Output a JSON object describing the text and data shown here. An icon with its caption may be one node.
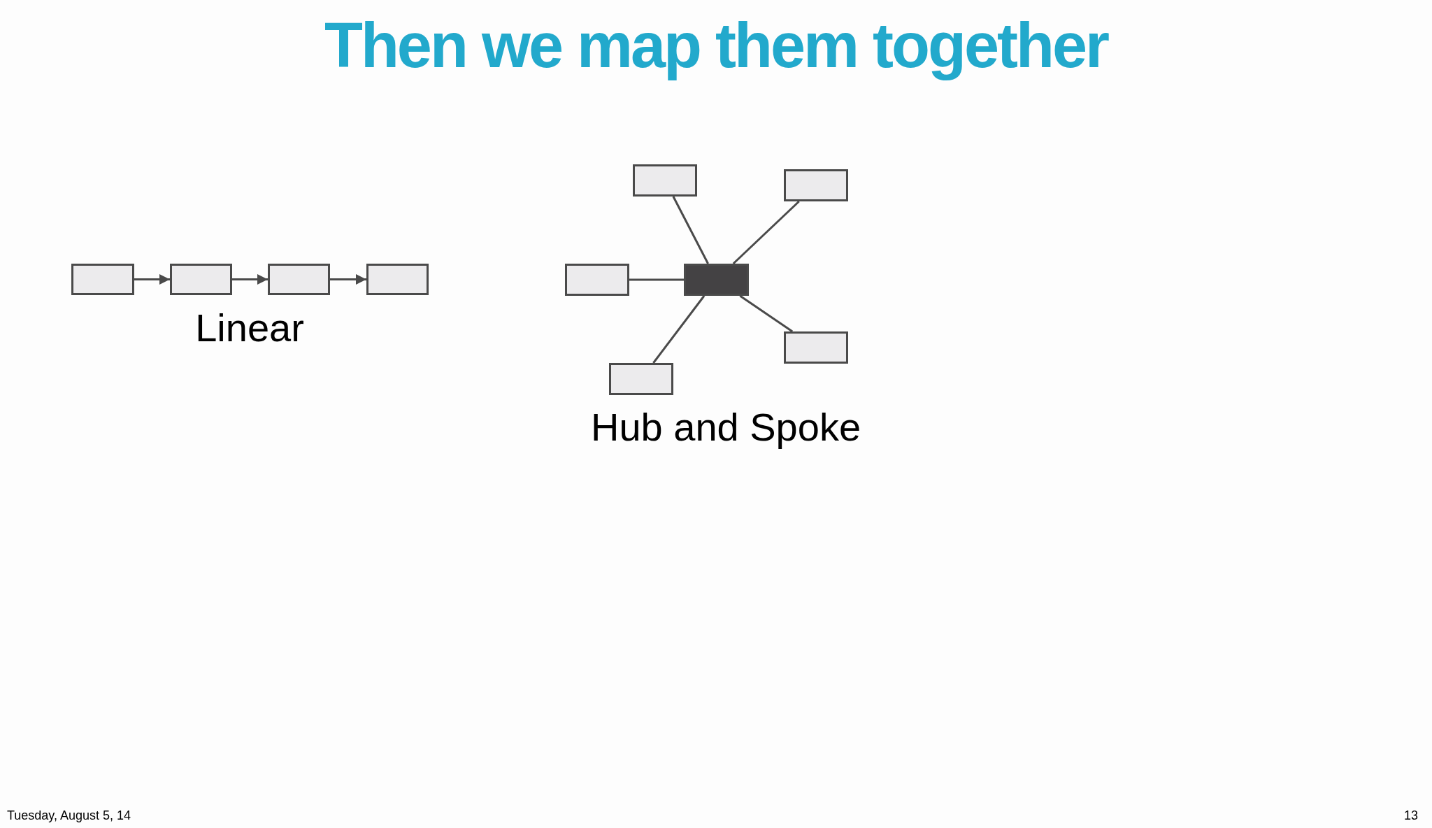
{
  "diagram": {
    "title": "Then we map them together",
    "nodes": [
      {
        "text": [],
        "shape": "box"
      },
      {
        "text": [],
        "shape": "box"
      },
      {
        "text": [],
        "shape": "box"
      },
      {
        "text": [],
        "shape": "box"
      },
      {
        "text": [],
        "shape": "box"
      },
      {
        "text": [],
        "shape": "box"
      },
      {
        "text": [],
        "shape": "box"
      },
      {
        "text": [],
        "shape": "box"
      },
      {
        "text": [],
        "shape": "box"
      },
      {
        "text": [],
        "shape": "box"
      }
    ],
    "edges": [
      {
        "from": 0,
        "to": 1,
        "arrow": "to"
      },
      {
        "from": 1,
        "to": 2,
        "arrow": "to"
      },
      {
        "from": 2,
        "to": 3,
        "arrow": "to"
      },
      {
        "from": 7,
        "to": 4,
        "arrow": "none"
      },
      {
        "from": 7,
        "to": 5,
        "arrow": "none"
      },
      {
        "from": 7,
        "to": 6,
        "arrow": "none"
      },
      {
        "from": 7,
        "to": 8,
        "arrow": "none"
      },
      {
        "from": 7,
        "to": 9,
        "arrow": "none"
      }
    ],
    "labels": [
      "Linear",
      "Hub and Spoke",
      "Tuesday, August 5, 14",
      "13"
    ]
  }
}
